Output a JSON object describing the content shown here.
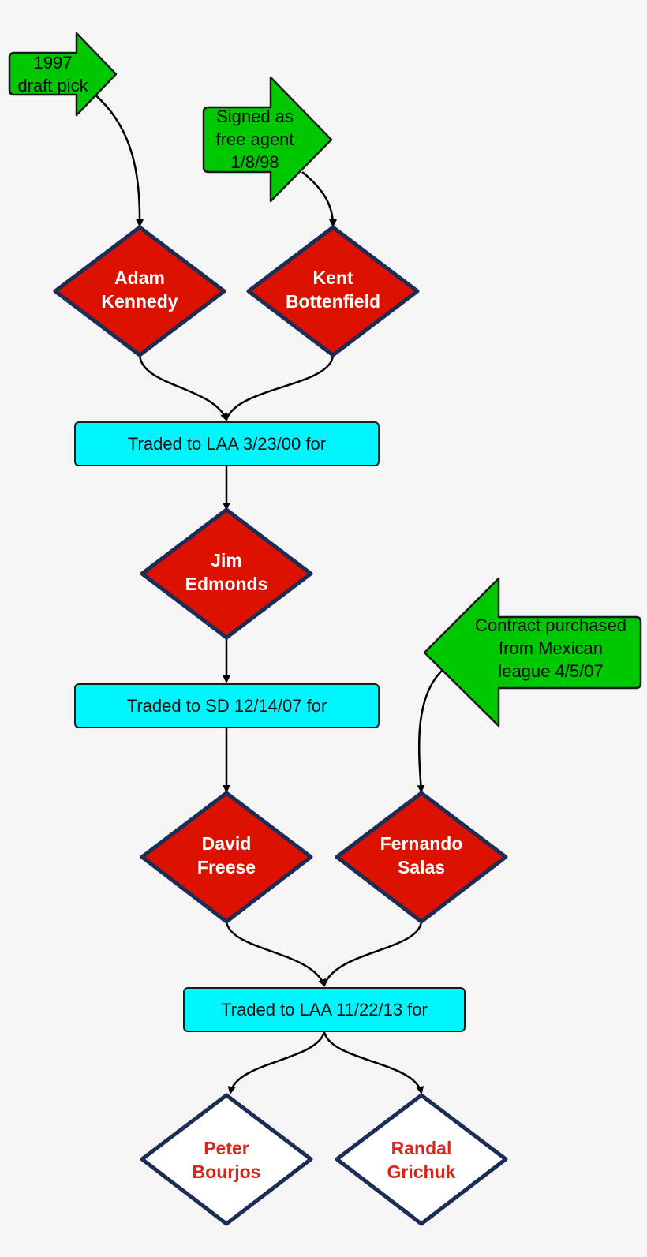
{
  "sources": {
    "draft": "1997\ndraft pick",
    "free_agent": "Signed as\nfree agent\n1/8/98",
    "mexican_league": "Contract purchased\nfrom Mexican\nleague 4/5/07"
  },
  "players": {
    "adam_kennedy": "Adam\nKennedy",
    "kent_bottenfield": "Kent\nBottenfield",
    "jim_edmonds": "Jim\nEdmonds",
    "david_freese": "David\nFreese",
    "fernando_salas": "Fernando\nSalas",
    "peter_bourjos": "Peter\nBourjos",
    "randal_grichuk": "Randal\nGrichuk"
  },
  "trades": {
    "trade_1": "Traded to LAA 3/23/00 for",
    "trade_2": "Traded to SD 12/14/07 for",
    "trade_3": "Traded to LAA 11/22/13 for"
  },
  "colors": {
    "source_fill": "#00c800",
    "player_fill": "#dd1100",
    "player_border": "#1b2d55",
    "result_fill": "#ffffff",
    "result_text": "#d8271a",
    "trade_fill": "#00f6ff"
  }
}
